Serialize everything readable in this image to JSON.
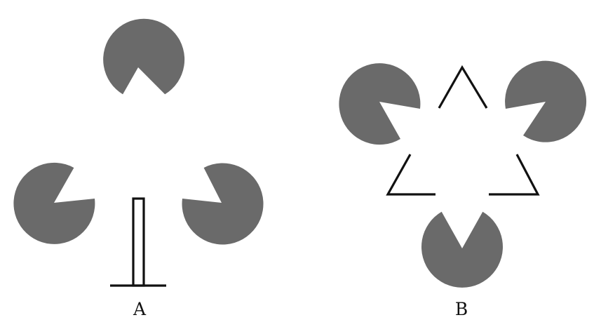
{
  "figures": [
    {
      "id": "A",
      "label": "A"
    },
    {
      "id": "B",
      "label": "B"
    }
  ],
  "colors": {
    "shape_fill": "#6a6a6a",
    "line": "#111111",
    "background": "#ffffff"
  }
}
